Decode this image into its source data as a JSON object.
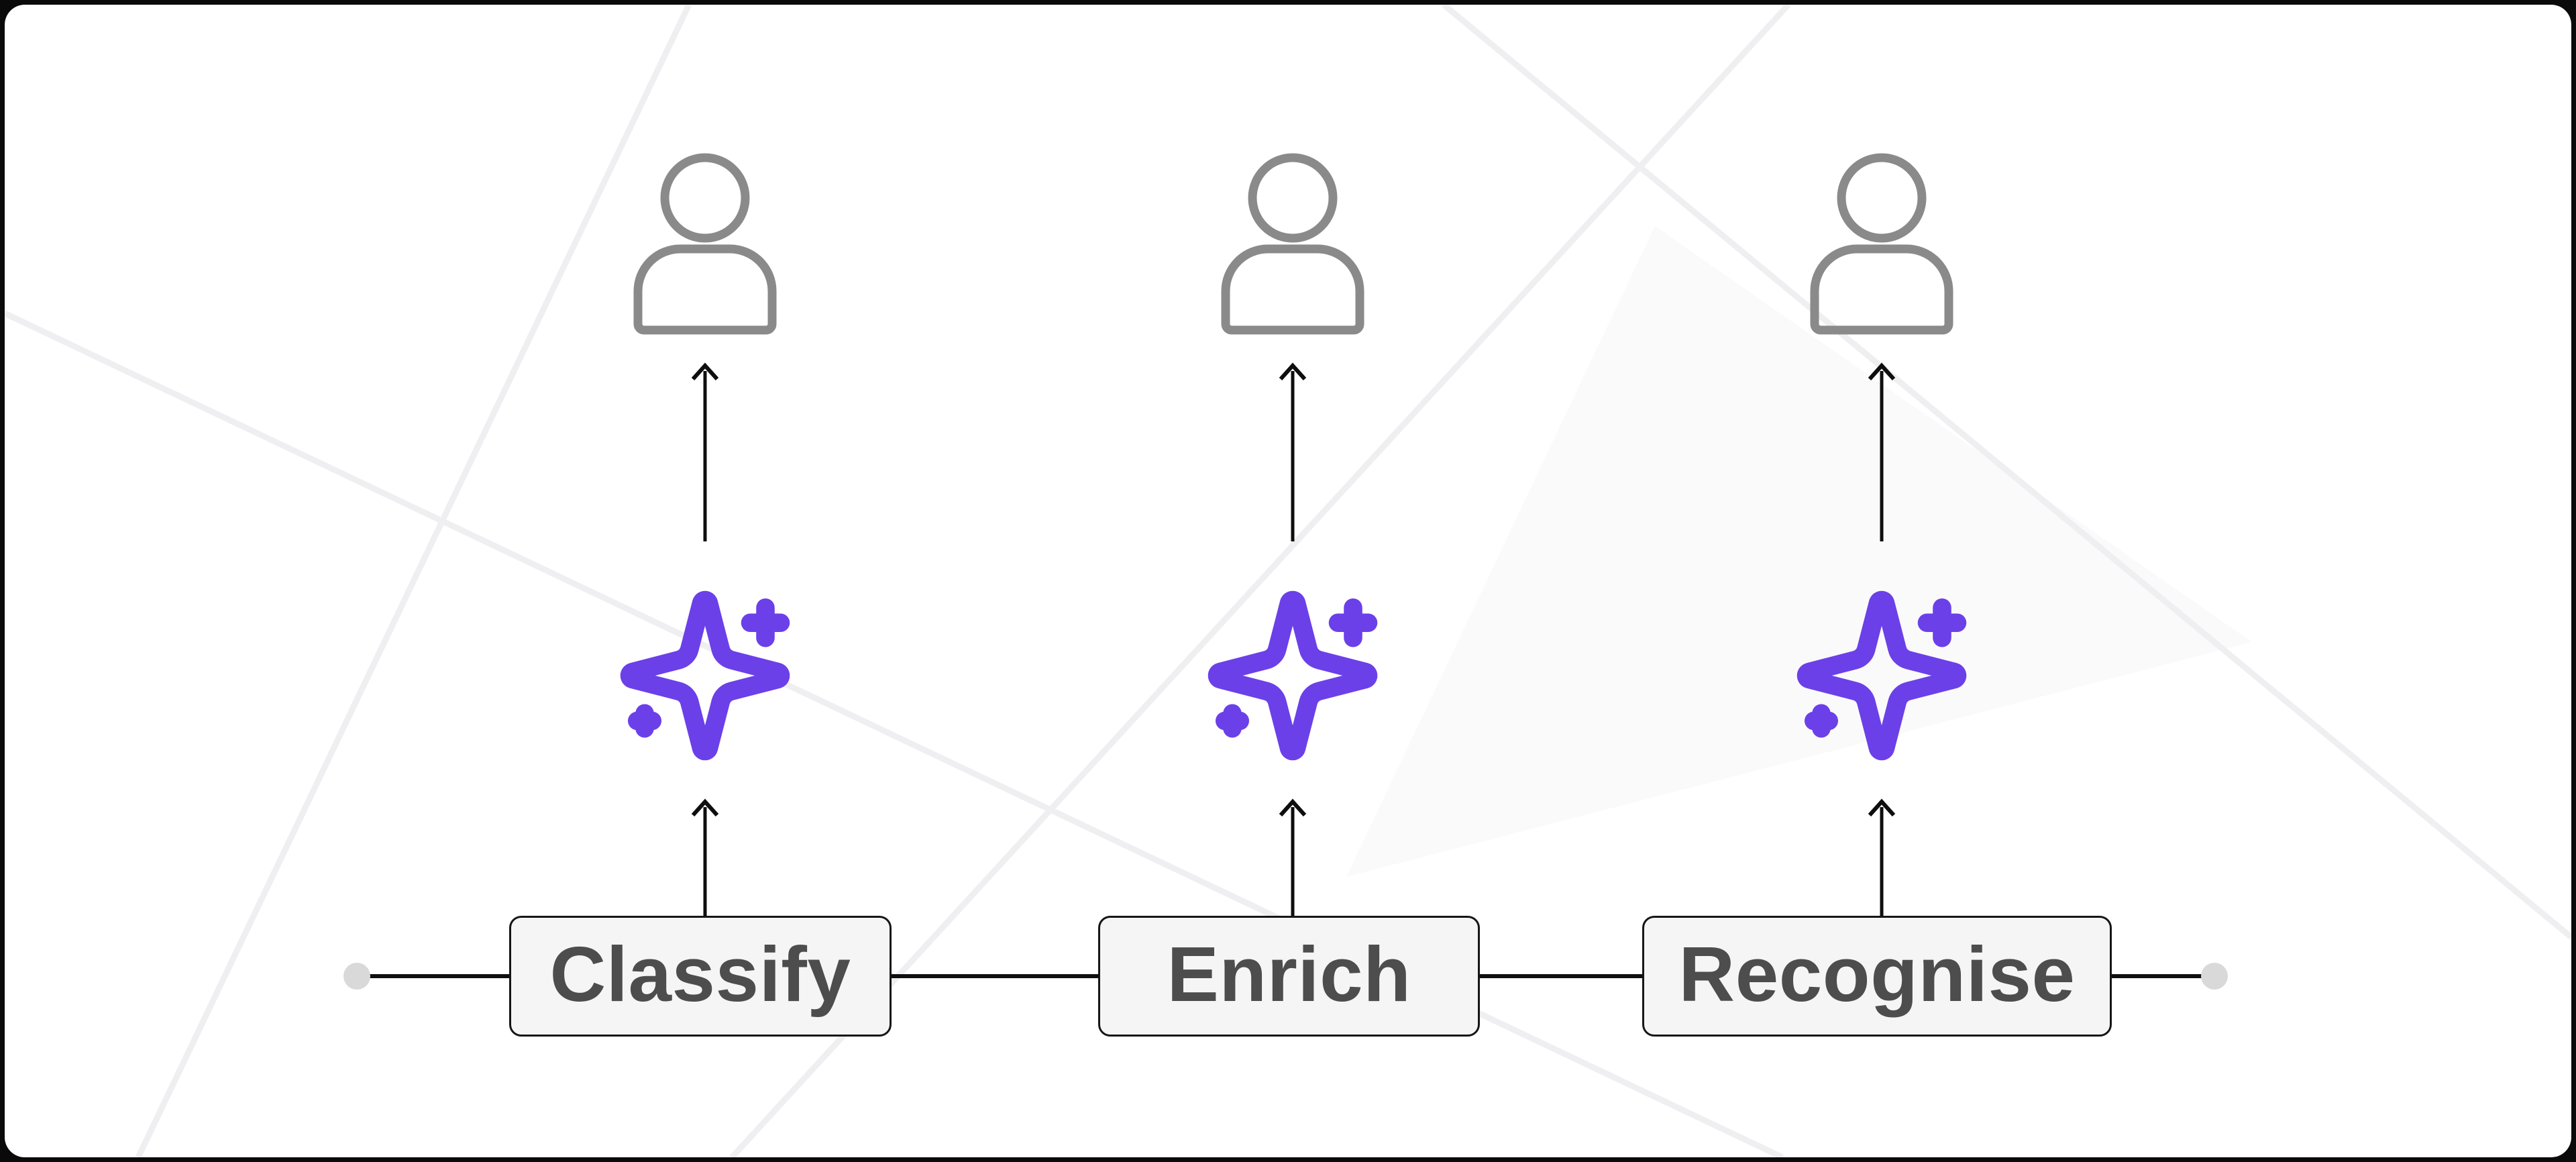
{
  "stages": [
    {
      "label": "Classify"
    },
    {
      "label": "Enrich"
    },
    {
      "label": "Recognise"
    }
  ],
  "icons": {
    "per_stage_top": "person-icon",
    "per_stage_middle": "sparkles-ai-icon",
    "arrow": "up-arrow"
  },
  "colors": {
    "outer_background": "#0A0A0A",
    "card_background": "#FFFFFF",
    "accent_purple": "#6B40E8",
    "person_gray": "#8A8A8A",
    "label_text": "#4D4D4D",
    "box_fill": "#F5F5F5",
    "box_border": "#161616",
    "connector_line": "#0E0E0E",
    "endpoint_dot": "#D9D9D9",
    "decor_line": "#EFEFF2",
    "decor_tint": "#F5F5F8"
  }
}
